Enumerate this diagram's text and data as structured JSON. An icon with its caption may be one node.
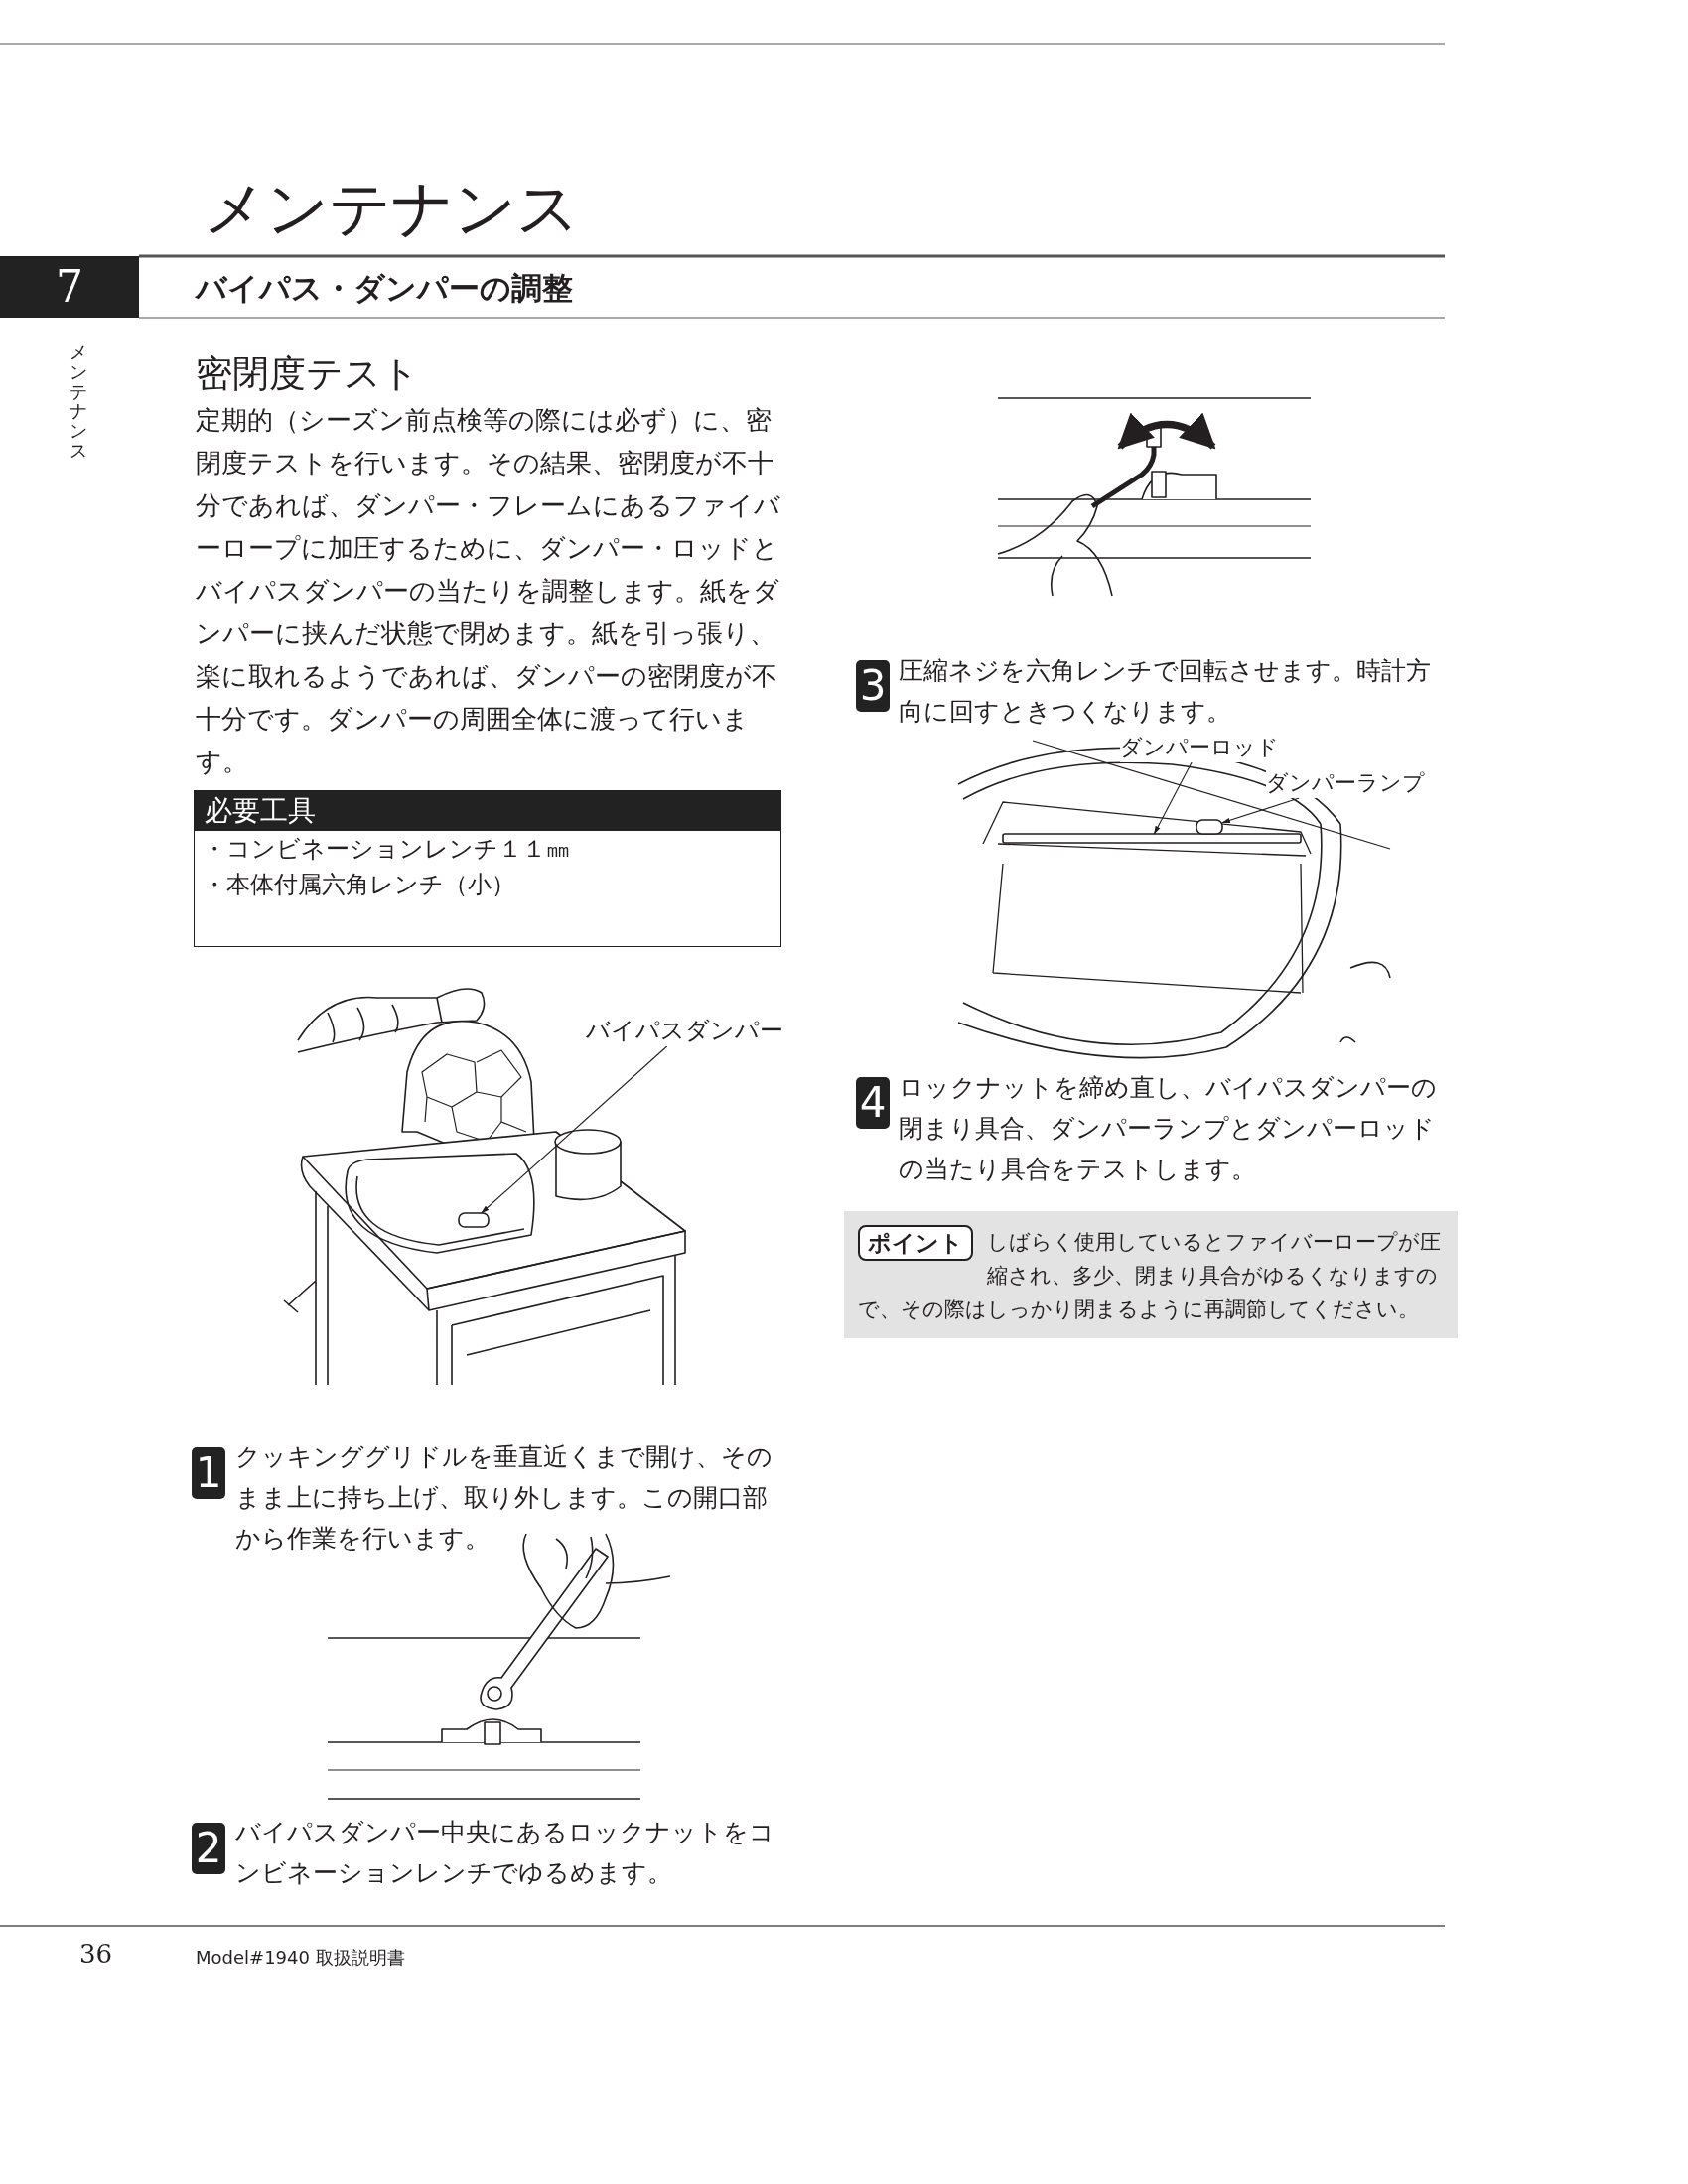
{
  "diagram": {
    "title": "メンテナンス",
    "nodes": [
      {
        "text": [
          "必要工具",
          "・コンビネーションレンチ１１㎜",
          "・本体付属六角レンチ（小）"
        ]
      },
      {
        "text": [
          "バイパスダンパー"
        ]
      },
      {
        "text": [],
        "shape": "box"
      },
      {
        "text": [
          "ダンパーロッド"
        ]
      },
      {
        "text": [],
        "shape": "bar"
      },
      {
        "text": [
          "ダンパーランプ"
        ]
      },
      {
        "text": [],
        "shape": "box"
      },
      {
        "text": [
          "ポイント",
          "しばらく使用しているとファイバーロープが圧縮され、多少、閉まり具合がゆるくなりますので、その際はしっかり閉まるように再調節してください。"
        ]
      }
    ],
    "edges": [
      {
        "from": 1,
        "to": 2,
        "arrow": "to"
      },
      {
        "from": 3,
        "to": 4,
        "arrow": "to"
      },
      {
        "from": 5,
        "to": 6,
        "arrow": "to"
      }
    ],
    "labels": [
      "7",
      "バイパス・ダンパーの調整",
      "メンテナンス",
      "密閉度テスト",
      "定期的（シーズン前点検等の際には必ず）に、密閉度テストを行います。その結果、密閉度が不十分であれば、ダンパー・フレームにあるファイバーロープに加圧するために、ダンパー・ロッドとバイパスダンパーの当たりを調整します。紙をダンパーに挟んだ状態で閉めます。紙を引っ張り、楽に取れるようであれば、ダンパーの密閉度が不十分です。ダンパーの周囲全体に渡って行います。",
      "1",
      "クッキンググリドルを垂直近くまで開け、そのまま上に持ち上げ、取り外します。この開口部から作業を行います。",
      "2",
      "バイパスダンパー中央にあるロックナットをコンビネーションレンチでゆるめます。",
      "3",
      "圧縮ネジを六角レンチで回転させます。時計方向に回すときつくなります。",
      "4",
      "ロックナットを締め直し、バイパスダンパーの閉まり具合、ダンパーランプとダンパーロッドの当たり具合をテストします。",
      "36",
      "Model#1940 取扱説明書"
    ]
  }
}
